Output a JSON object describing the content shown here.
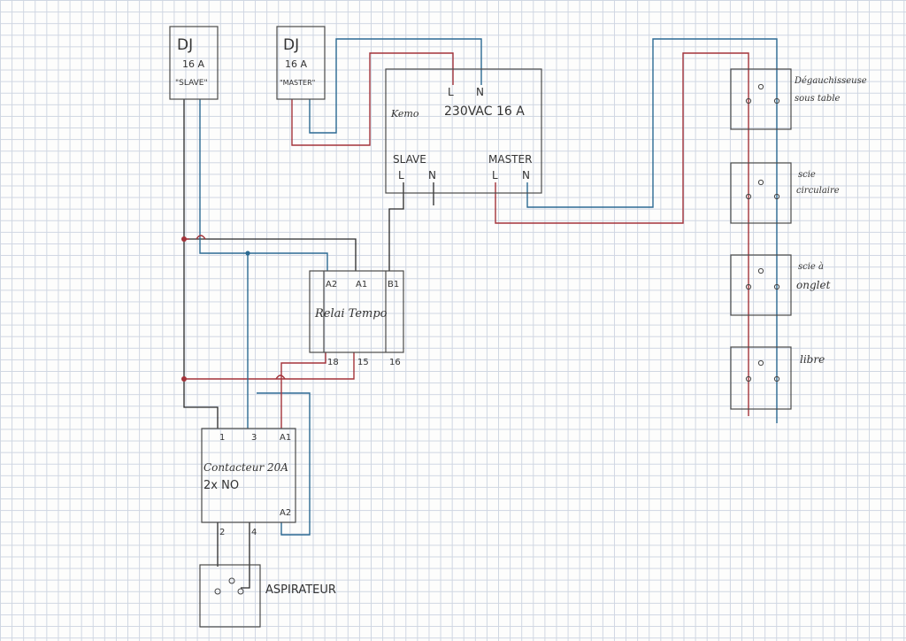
{
  "slave_breaker": {
    "line1": "DJ",
    "line2": "16 A",
    "line3": "\"SLAVE\""
  },
  "master_breaker": {
    "line1": "DJ",
    "line2": "16 A",
    "line3": "\"MASTER\""
  },
  "kemo": {
    "brand": "Kemo",
    "l": "L",
    "n": "N",
    "rating": "230VAC  16 A",
    "slave": "SLAVE",
    "master": "MASTER",
    "slave_l": "L",
    "slave_n": "N",
    "master_l": "L",
    "master_n": "N"
  },
  "relay": {
    "label": "Relai Tempo",
    "a2": "A2",
    "a1": "A1",
    "b1": "B1",
    "t18": "18",
    "t15": "15",
    "t16": "16"
  },
  "contactor": {
    "label1": "Contacteur 20A",
    "label2": "2x NO",
    "t1": "1",
    "t3": "3",
    "a1": "A1",
    "a2": "A2",
    "t2": "2",
    "t4": "4"
  },
  "aspirateur": "ASPIRATEUR",
  "outlets": {
    "o1_line1": "Dégauchisseuse",
    "o1_line2": "sous table",
    "o2_line1": "scie",
    "o2_line2": "circulaire",
    "o3_line1": "scie à",
    "o3_line2": "onglet",
    "o4": "libre"
  },
  "colors": {
    "phase": "#a3333a",
    "neutral": "#2c6a93",
    "pencil": "#2a2a2a"
  }
}
